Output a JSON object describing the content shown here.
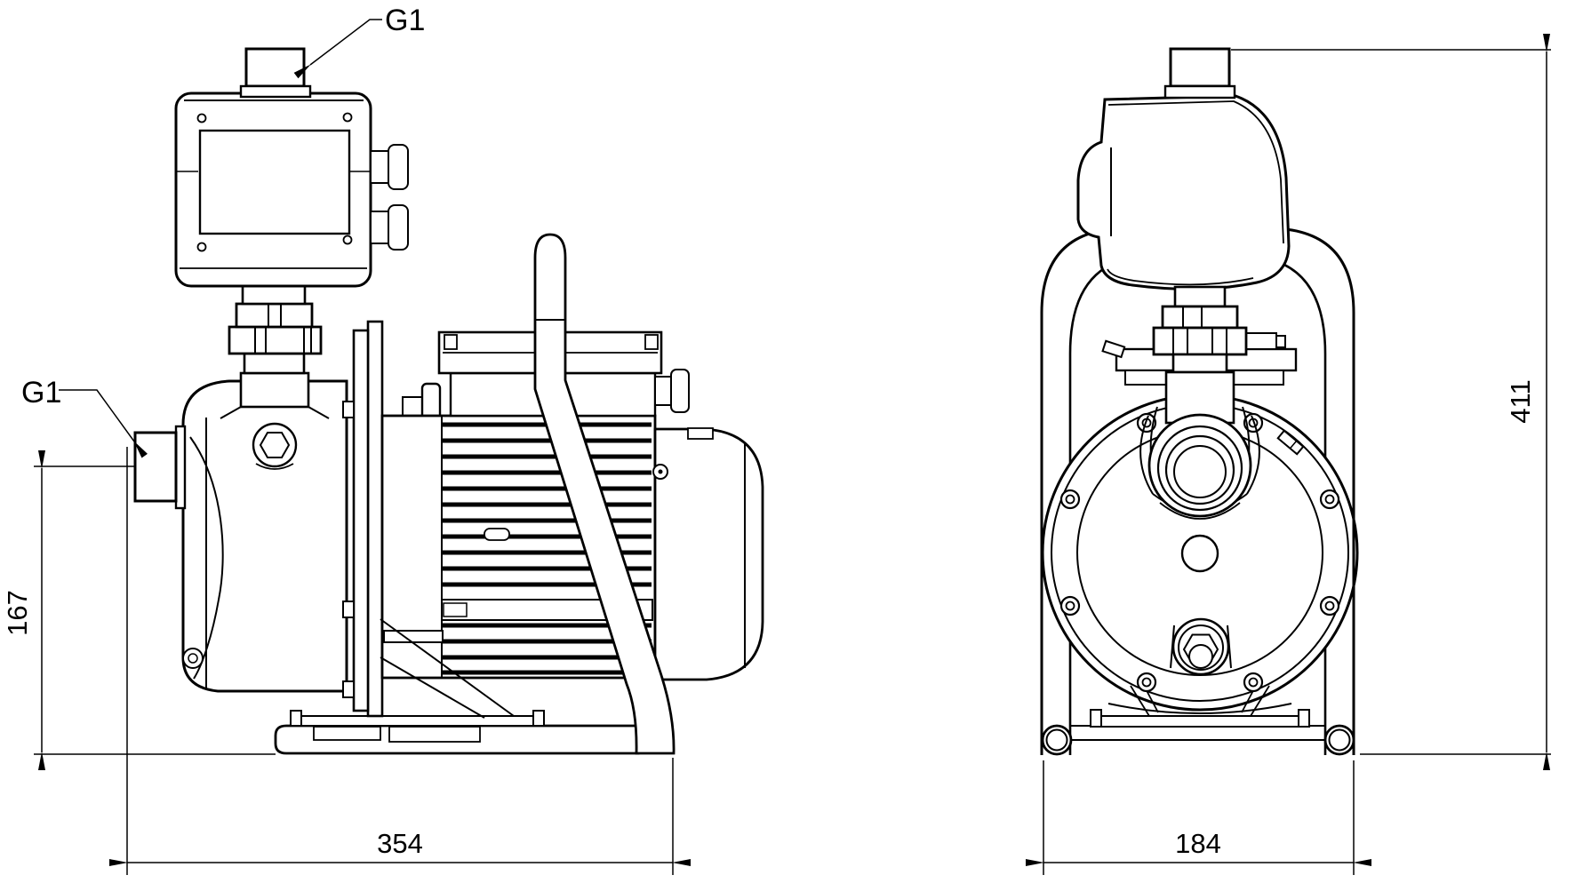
{
  "colors": {
    "background": "#ffffff",
    "line": "#000000"
  },
  "labels": {
    "top_port": "G1",
    "side_port": "G1"
  },
  "dimensions": {
    "inlet_height": "167",
    "overall_length": "354",
    "overall_width": "184",
    "overall_height": "411"
  }
}
